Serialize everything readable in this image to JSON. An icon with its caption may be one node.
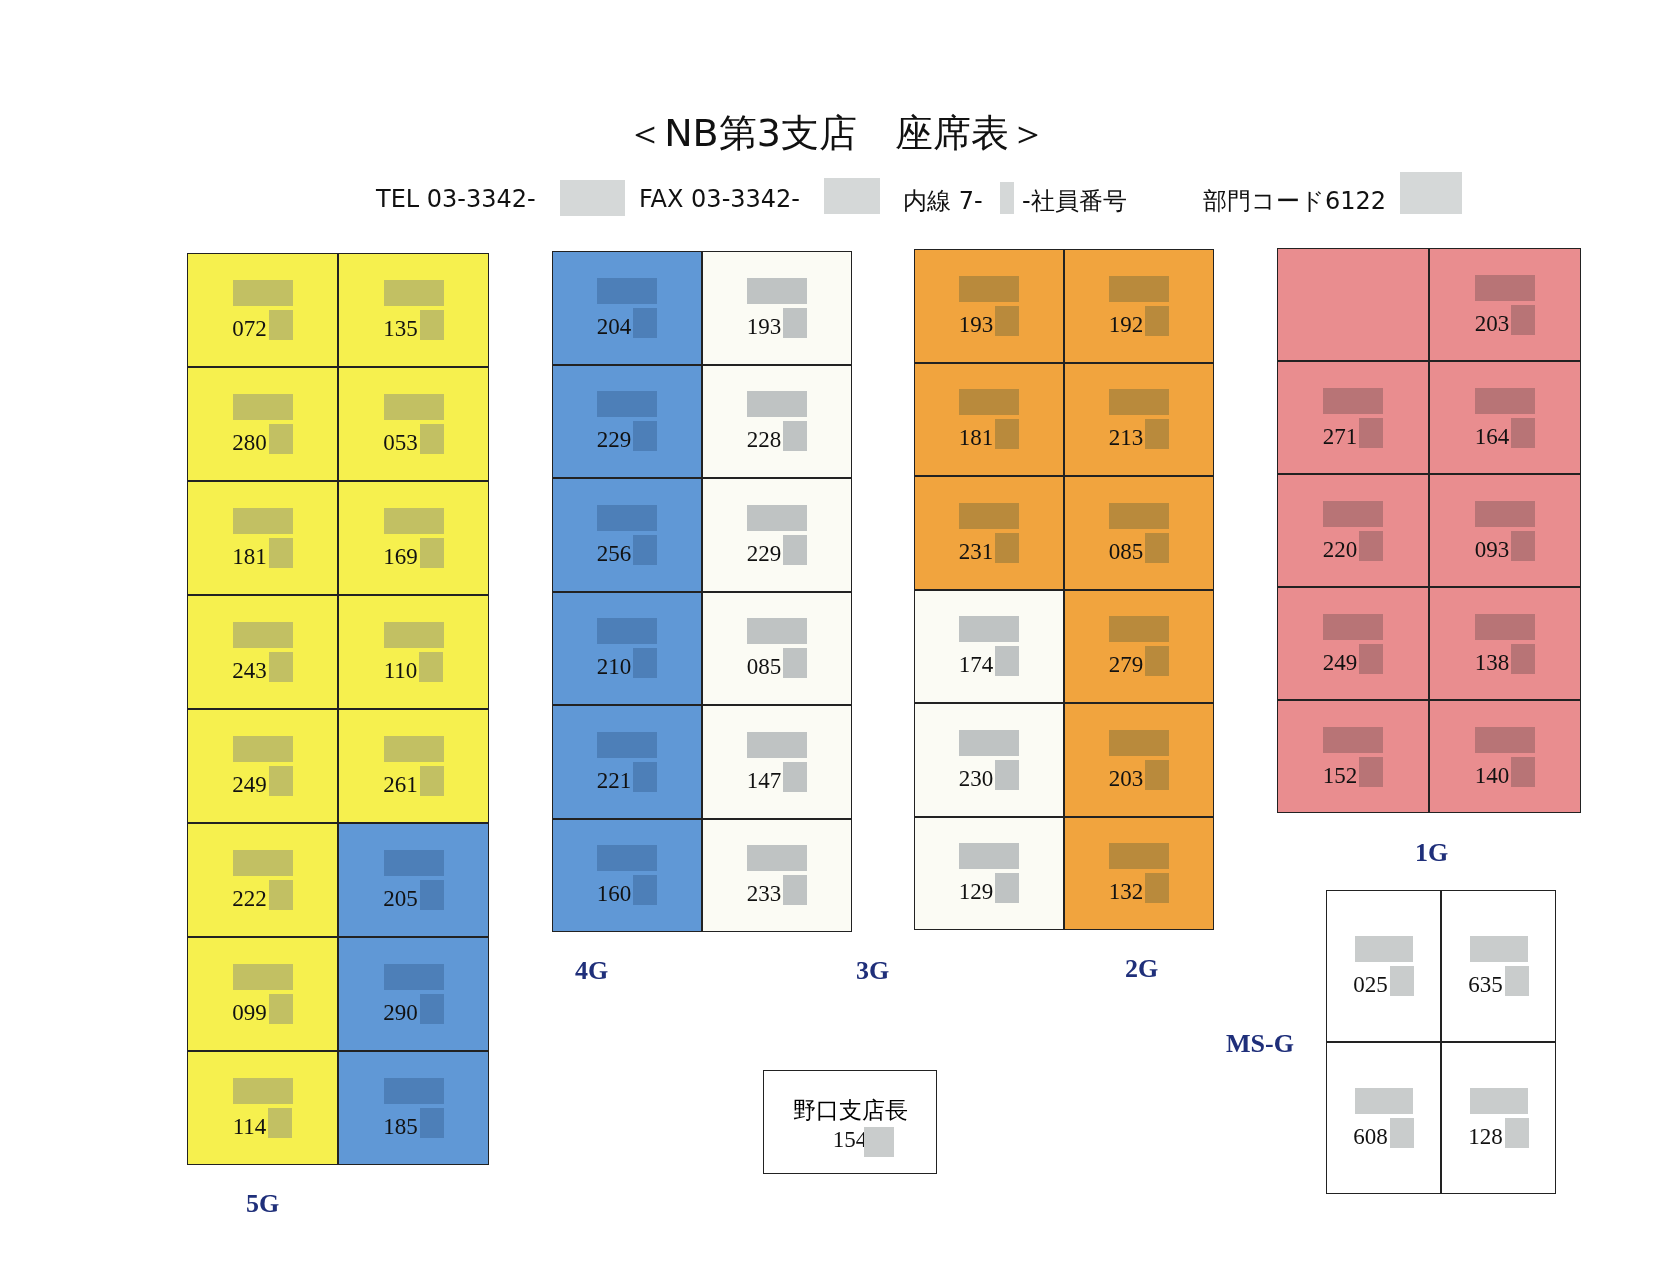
{
  "diagram": {
    "title": "＜NB第3支店　座席表＞",
    "nodes": [
      {
        "text": [
          "072"
        ]
      },
      {
        "text": [
          "135"
        ]
      },
      {
        "text": [
          "280"
        ]
      },
      {
        "text": [
          "053"
        ]
      },
      {
        "text": [
          "181"
        ]
      },
      {
        "text": [
          "169"
        ]
      },
      {
        "text": [
          "243"
        ]
      },
      {
        "text": [
          "110"
        ]
      },
      {
        "text": [
          "249"
        ]
      },
      {
        "text": [
          "261"
        ]
      },
      {
        "text": [
          "222"
        ]
      },
      {
        "text": [
          "205"
        ]
      },
      {
        "text": [
          "099"
        ]
      },
      {
        "text": [
          "290"
        ]
      },
      {
        "text": [
          "114"
        ]
      },
      {
        "text": [
          "185"
        ]
      },
      {
        "text": [
          "204"
        ]
      },
      {
        "text": [
          "193"
        ]
      },
      {
        "text": [
          "229"
        ]
      },
      {
        "text": [
          "228"
        ]
      },
      {
        "text": [
          "256"
        ]
      },
      {
        "text": [
          "229"
        ]
      },
      {
        "text": [
          "210"
        ]
      },
      {
        "text": [
          "085"
        ]
      },
      {
        "text": [
          "221"
        ]
      },
      {
        "text": [
          "147"
        ]
      },
      {
        "text": [
          "160"
        ]
      },
      {
        "text": [
          "233"
        ]
      },
      {
        "text": [
          "193"
        ]
      },
      {
        "text": [
          "192"
        ]
      },
      {
        "text": [
          "181"
        ]
      },
      {
        "text": [
          "213"
        ]
      },
      {
        "text": [
          "231"
        ]
      },
      {
        "text": [
          "085"
        ]
      },
      {
        "text": [
          "174"
        ]
      },
      {
        "text": [
          "279"
        ]
      },
      {
        "text": [
          "230"
        ]
      },
      {
        "text": [
          "203"
        ]
      },
      {
        "text": [
          "129"
        ]
      },
      {
        "text": [
          "132"
        ]
      },
      {
        "text": [],
        "shape": "box"
      },
      {
        "text": [
          "203"
        ]
      },
      {
        "text": [
          "271"
        ]
      },
      {
        "text": [
          "164"
        ]
      },
      {
        "text": [
          "220"
        ]
      },
      {
        "text": [
          "093"
        ]
      },
      {
        "text": [
          "249"
        ]
      },
      {
        "text": [
          "138"
        ]
      },
      {
        "text": [
          "152"
        ]
      },
      {
        "text": [
          "140"
        ]
      },
      {
        "text": [
          "025"
        ]
      },
      {
        "text": [
          "635"
        ]
      },
      {
        "text": [
          "608"
        ]
      },
      {
        "text": [
          "128"
        ]
      },
      {
        "text": [
          "野口支店長",
          "154"
        ]
      }
    ],
    "labels": [
      "TEL 03-3342-",
      "FAX 03-3342-",
      "内線 7-",
      "-社員番号",
      "部門コード6122",
      "1G",
      "4G",
      "3G",
      "2G",
      "MS-G",
      "5G"
    ]
  }
}
